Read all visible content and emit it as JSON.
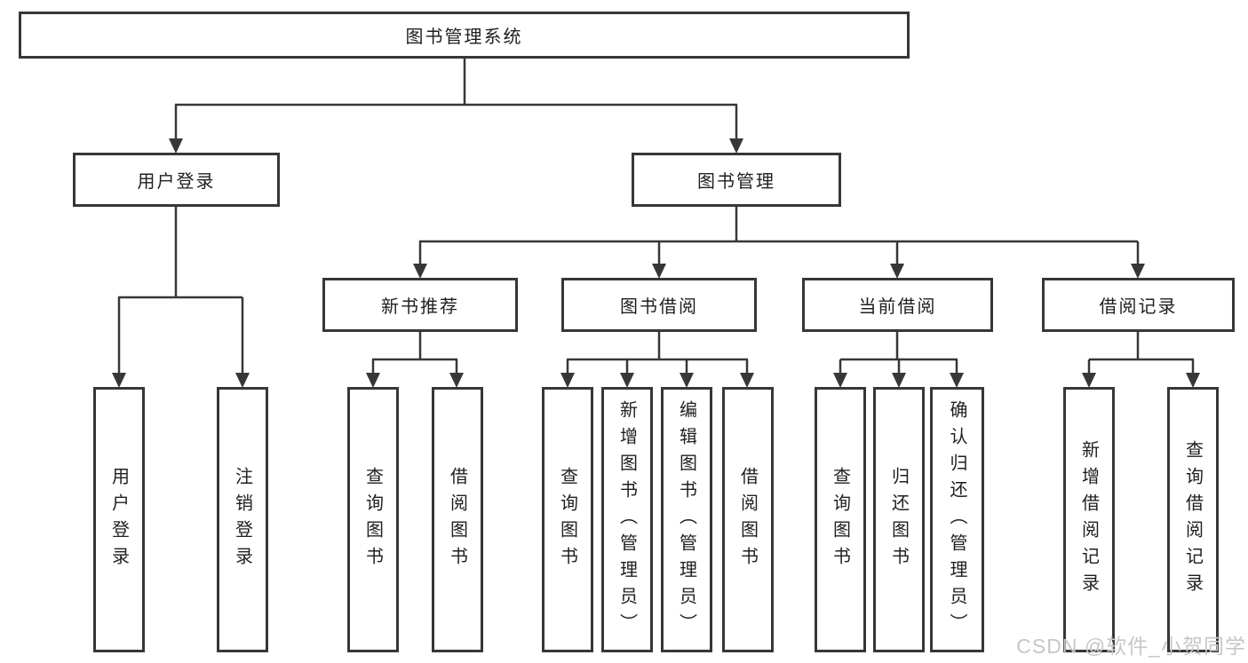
{
  "diagram_type": "hierarchy-tree",
  "colors": {
    "line": "#373737",
    "box_border": "#373737",
    "text": "#1f1f1f",
    "watermark": "#c7c7c7",
    "background": "#ffffff"
  },
  "tree": {
    "root": {
      "label": "图书管理系统",
      "children": [
        {
          "label": "用户登录",
          "children": [
            {
              "label": "用户登录"
            },
            {
              "label": "注销登录"
            }
          ]
        },
        {
          "label": "图书管理",
          "children": [
            {
              "label": "新书推荐",
              "children": [
                {
                  "label": "查询图书"
                },
                {
                  "label": "借阅图书"
                }
              ]
            },
            {
              "label": "图书借阅",
              "children": [
                {
                  "label": "查询图书"
                },
                {
                  "label": "新增图书（管理员）"
                },
                {
                  "label": "编辑图书（管理员）"
                },
                {
                  "label": "借阅图书"
                }
              ]
            },
            {
              "label": "当前借阅",
              "children": [
                {
                  "label": "查询图书"
                },
                {
                  "label": "归还图书"
                },
                {
                  "label": "确认归还（管理员）"
                }
              ]
            },
            {
              "label": "借阅记录",
              "children": [
                {
                  "label": "新增借阅记录"
                },
                {
                  "label": "查询借阅记录"
                }
              ]
            }
          ]
        }
      ]
    }
  },
  "watermark": {
    "text": "CSDN @软件_小贺同学"
  }
}
